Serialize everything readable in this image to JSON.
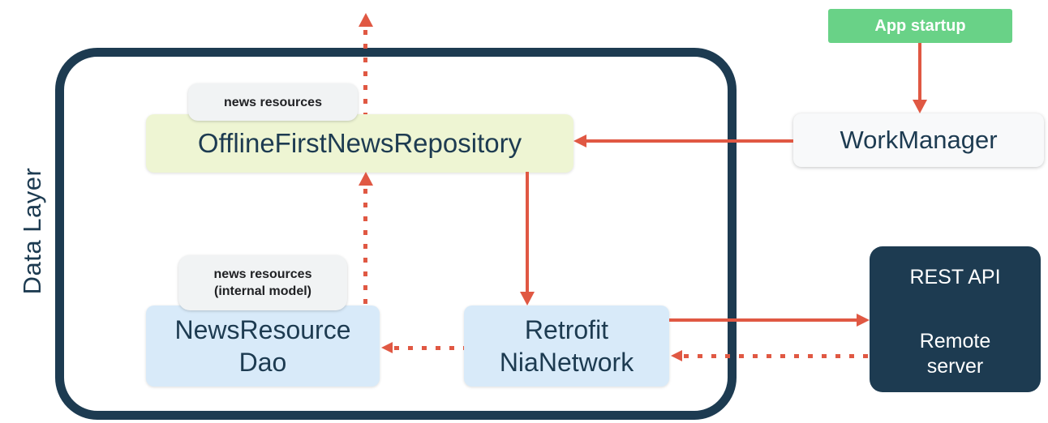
{
  "colors": {
    "navy": "#1d3b51",
    "red": "#e05843",
    "green": "#69d287",
    "repo_fill": "#eef5d3",
    "blue_fill": "#d8eaf9",
    "tag_fill": "#f1f3f4",
    "panel_fill": "#f8f9fa",
    "tag_text": "#202124"
  },
  "frame": {
    "label": "Data Layer"
  },
  "nodes": {
    "repository": {
      "label": "OfflineFirstNewsRepository",
      "tag": "news resources"
    },
    "dao": {
      "line1": "NewsResource",
      "line2": "Dao",
      "tag_line1": "news resources",
      "tag_line2": "(internal model)"
    },
    "network": {
      "line1": "Retrofit",
      "line2": "NiaNetwork"
    },
    "workmanager": {
      "label": "WorkManager"
    },
    "app_startup": {
      "label": "App startup"
    },
    "remote_server": {
      "title": "REST API",
      "line1": "Remote",
      "line2": "server"
    }
  }
}
